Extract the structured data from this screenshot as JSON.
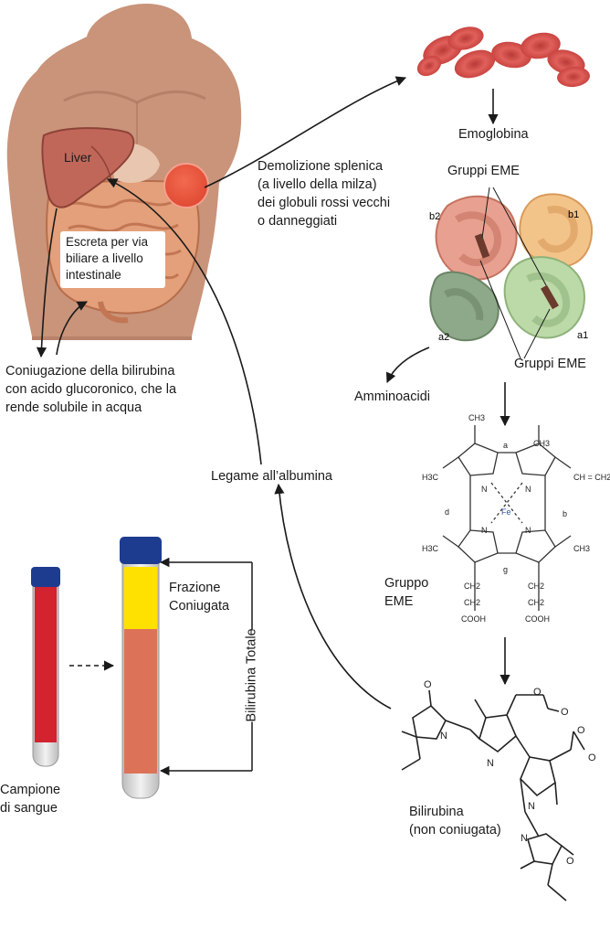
{
  "labels": {
    "liver": "Liver",
    "excretion": [
      "Escreta per via",
      "biliare a livello",
      "intestinale"
    ],
    "conjugation": [
      "Coniugazione della bilirubina",
      "con acido glucoronico, che la",
      "rende solubile in acqua"
    ],
    "splenic": [
      "Demolizione splenica",
      "(a livello della milza)",
      "dei globuli rossi vecchi",
      "o danneggiati"
    ],
    "hemoglobin": "Emoglobina",
    "heme_groups_top": "Gruppi EME",
    "heme_groups_bottom": "Gruppi EME",
    "amino_acids": "Amminoacidi",
    "albumin": "Legame all’albumina",
    "heme_group": [
      "Gruppo",
      "EME"
    ],
    "bilirubin": [
      "Bilirubina",
      "(non coniugata)"
    ],
    "blood_sample": [
      "Campione",
      "di sangue"
    ],
    "conjugated_fraction": [
      "Frazione",
      "Coniugata"
    ],
    "total_bilirubin": "Bilirubina Totale"
  },
  "hemoglobin_chains": {
    "b2": "b2",
    "b1": "b1",
    "a2": "a2",
    "a1": "a1"
  },
  "heme_structure": {
    "methyl": "CH3",
    "h3c": "H3C",
    "vinyl": "CH = CH2",
    "fe": "Fe",
    "n": "N",
    "ch2": "CH2",
    "cooh": "COOH",
    "meso_a": "a",
    "meso_b": "b",
    "meso_g": "g",
    "meso_d": "d"
  },
  "bilirubin_structure": {
    "o": "O",
    "n": "N"
  },
  "colors": {
    "skin": "#c9947a",
    "skin_dark": "#a9735c",
    "liver": "#c1675a",
    "intestine": "#e3a07a",
    "spleen": "#e0533c",
    "rbc": "#d9534f",
    "chain_b2": "#e8a090",
    "chain_b1": "#f3c48a",
    "chain_a2": "#8ea88a",
    "chain_a1": "#bcd9a8",
    "tube_cap": "#1e3c8f",
    "blood_red": "#d2232f",
    "plasma_yellow": "#ffe100",
    "serum_orange": "#dc7358",
    "tube_glass": "#d9d9d9"
  }
}
